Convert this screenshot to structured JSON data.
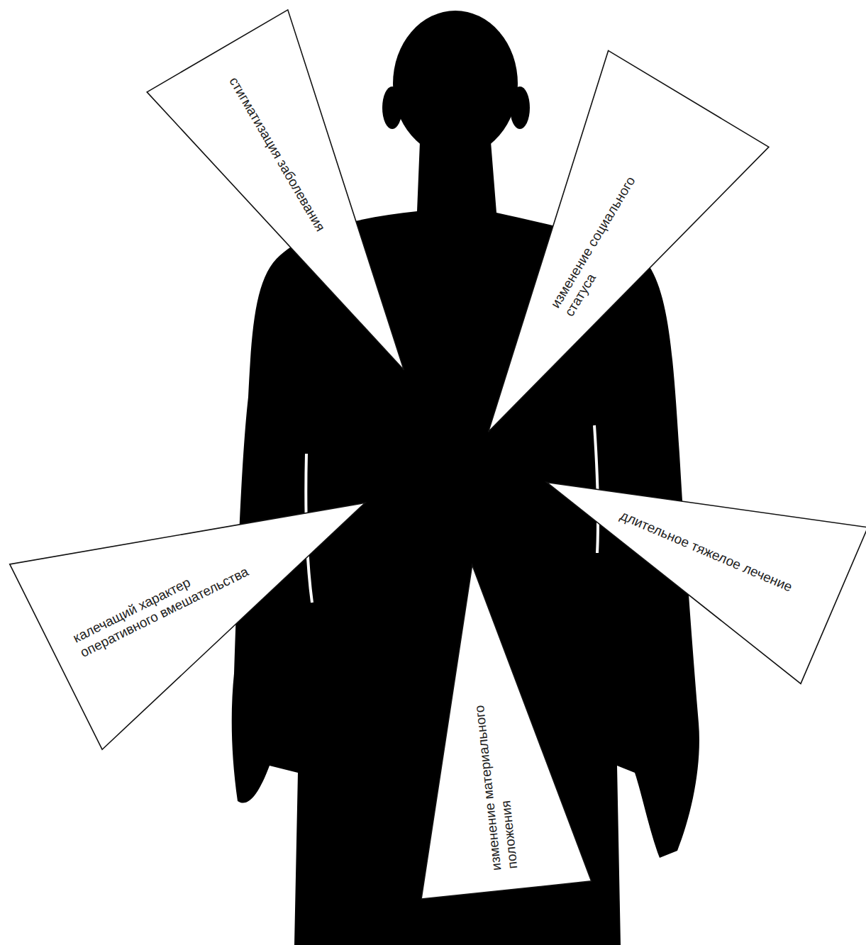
{
  "diagram": {
    "nodes": [
      {
        "text": [
          "стигматизация заболевания"
        ]
      },
      {
        "text": [
          "изменение социального статуса"
        ]
      },
      {
        "text": [
          "калечащий характер оперативного вмешательства"
        ]
      },
      {
        "text": [
          "длительное тяжелое лечение"
        ]
      },
      {
        "text": [
          "изменение материального положения"
        ]
      }
    ]
  }
}
